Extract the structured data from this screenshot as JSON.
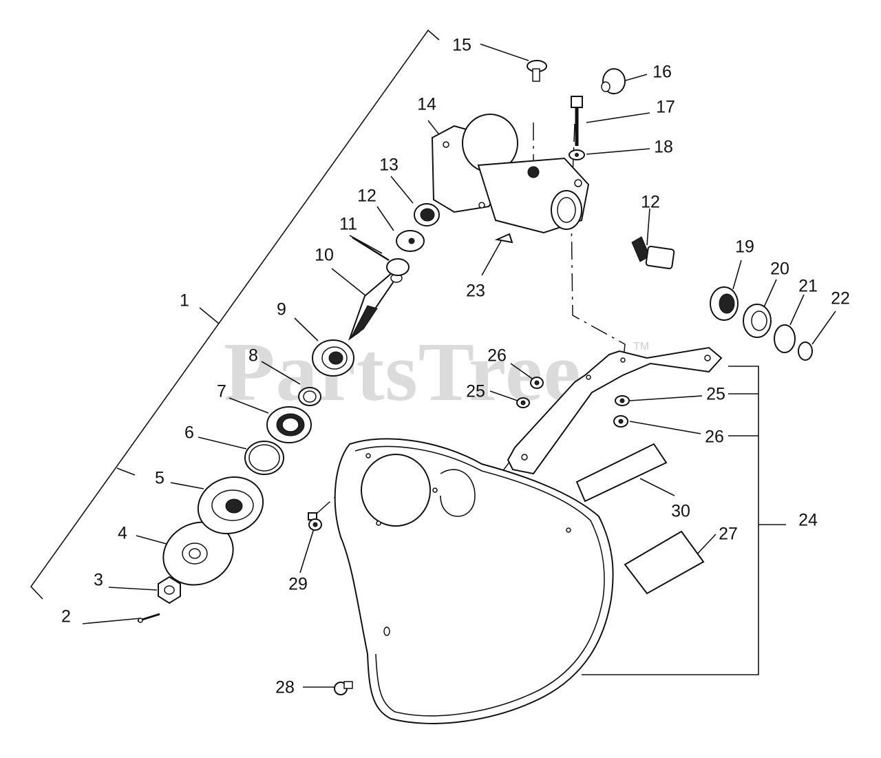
{
  "watermark": {
    "text": "PartsTree",
    "tm": "TM"
  },
  "callouts": {
    "n1": "1",
    "n2": "2",
    "n3": "3",
    "n4": "4",
    "n5": "5",
    "n6": "6",
    "n7": "7",
    "n8": "8",
    "n9": "9",
    "n10": "10",
    "n11": "11",
    "n12a": "12",
    "n12b": "12",
    "n13": "13",
    "n14": "14",
    "n15": "15",
    "n16": "16",
    "n17": "17",
    "n18": "18",
    "n19": "19",
    "n20": "20",
    "n21": "21",
    "n22": "22",
    "n23": "23",
    "n24": "24",
    "n25a": "25",
    "n25b": "25",
    "n26a": "26",
    "n26b": "26",
    "n27": "27",
    "n28": "28",
    "n29": "29",
    "n30": "30"
  }
}
